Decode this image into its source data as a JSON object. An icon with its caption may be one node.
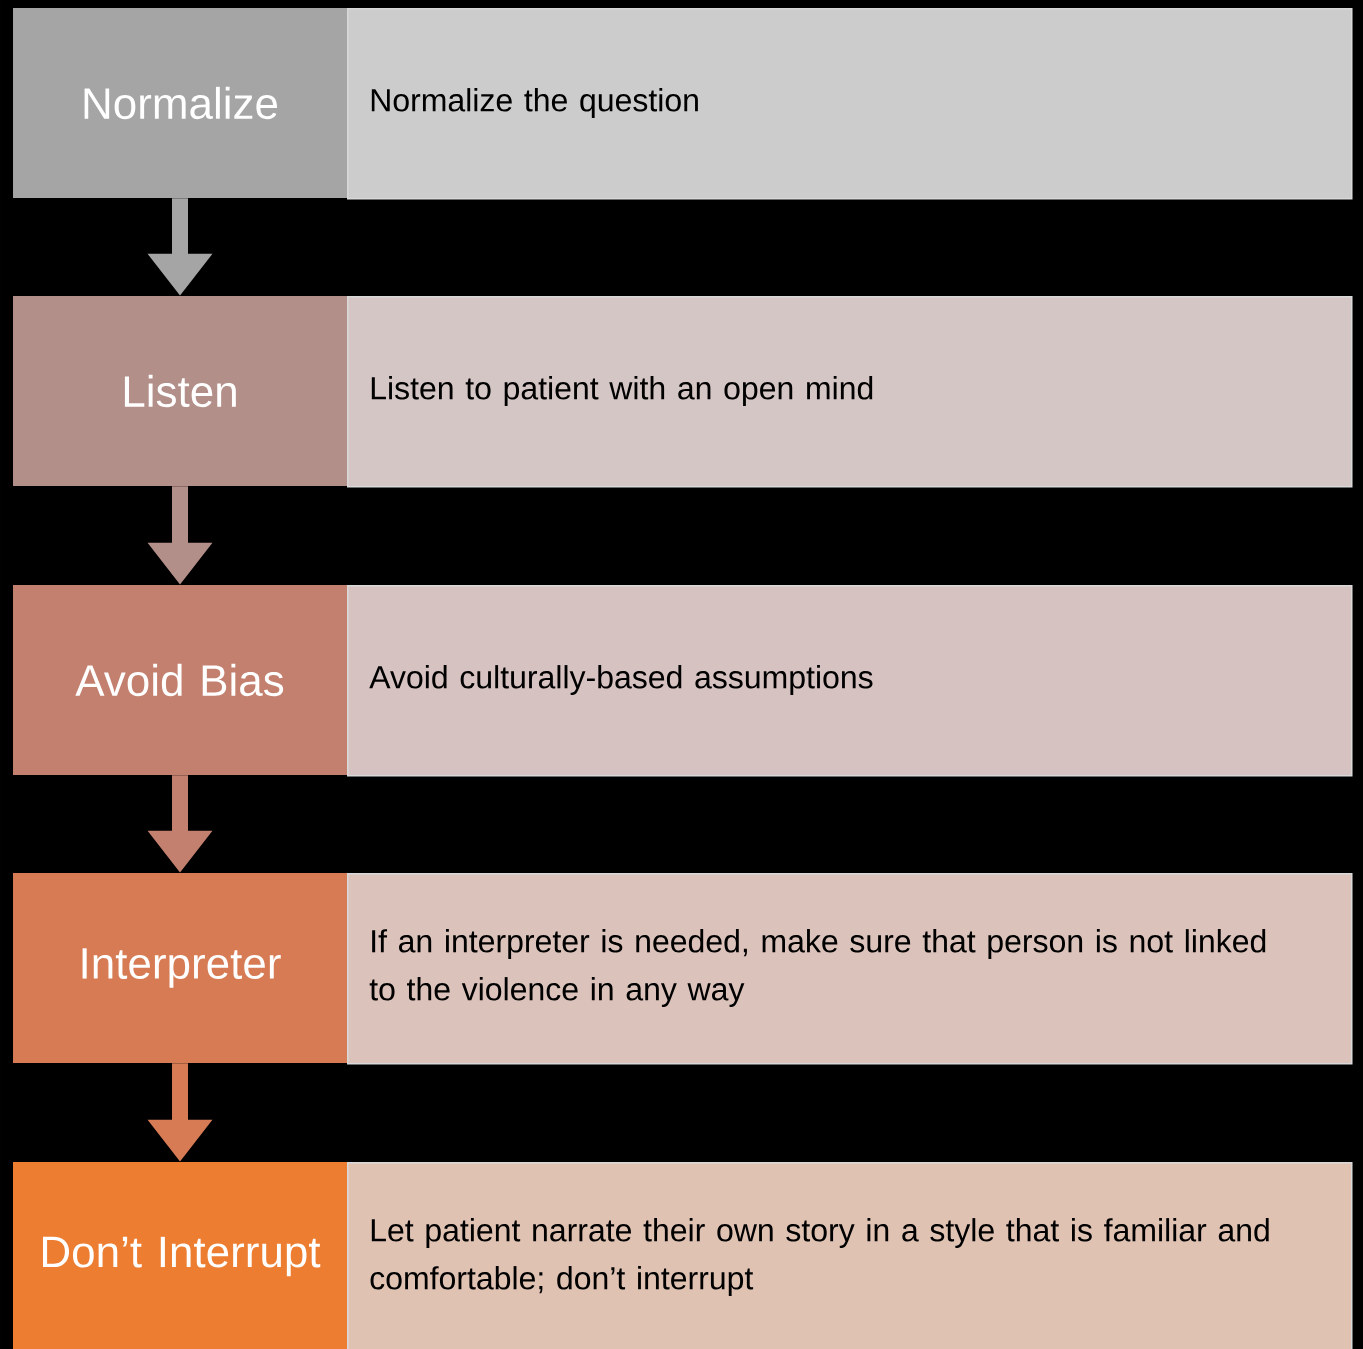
{
  "diagram": {
    "nodes": [
      {
        "text": [
          "Normalize"
        ]
      },
      {
        "text": [
          "Normalize the question"
        ]
      },
      {
        "text": [
          "Listen"
        ]
      },
      {
        "text": [
          "Listen to patient with an open mind"
        ]
      },
      {
        "text": [
          "Avoid Bias"
        ]
      },
      {
        "text": [
          "Avoid culturally-based assumptions"
        ]
      },
      {
        "text": [
          "Interpreter"
        ]
      },
      {
        "text": [
          "If an interpreter is needed, make sure that person is not linked to the violence in any way"
        ]
      },
      {
        "text": [
          "Don’t Interrupt"
        ]
      },
      {
        "text": [
          "Let patient narrate their own story in a style that is familiar and comfortable; don’t interrupt"
        ]
      }
    ],
    "edges": [
      {
        "from": 0,
        "to": 2,
        "arrow": "to",
        "color": "#a5a5a5"
      },
      {
        "from": 2,
        "to": 4,
        "arrow": "to",
        "color": "#b38f89"
      },
      {
        "from": 4,
        "to": 6,
        "arrow": "to",
        "color": "#c4806f"
      },
      {
        "from": 6,
        "to": 8,
        "arrow": "to",
        "color": "#d67b53"
      }
    ]
  }
}
